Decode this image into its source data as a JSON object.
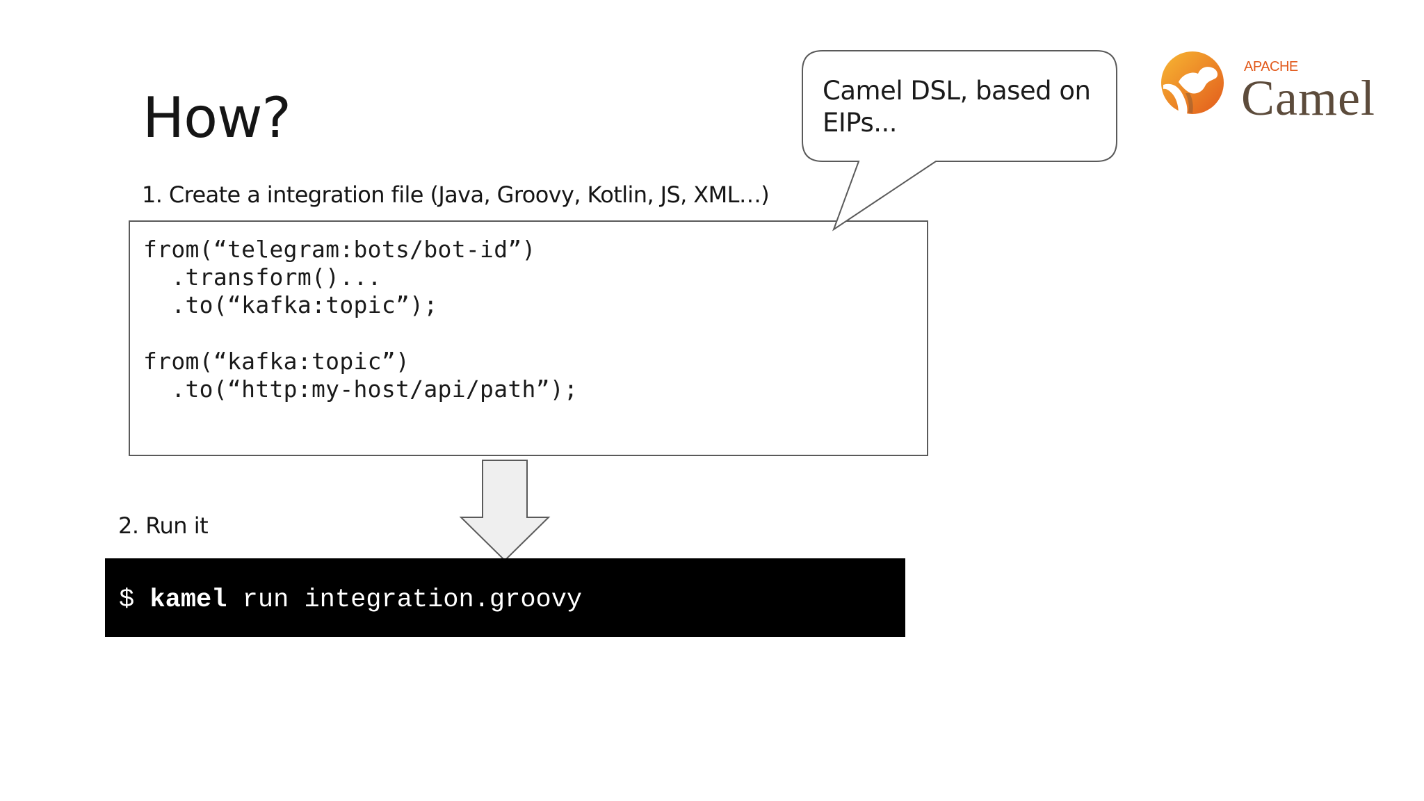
{
  "slide": {
    "title": "How?",
    "step1_label": "1. Create a integration file (Java, Groovy, Kotlin, JS, XML…)",
    "code_lines": [
      "from(“telegram:bots/bot-id”)",
      "  .transform()...",
      "  .to(“kafka:topic”);",
      "",
      "from(“kafka:topic”)",
      "  .to(“http:my-host/api/path”);"
    ],
    "step2_label": "2. Run it",
    "terminal": {
      "prompt": "$ ",
      "command": "kamel",
      "args": " run integration.groovy"
    },
    "callout": {
      "text_line1": "Camel DSL, based on",
      "text_line2": "EIPs..."
    },
    "logo": {
      "apache_text": "APACHE",
      "camel_text": "Camel",
      "icon": "apache-camel-logo-icon",
      "colors": {
        "orange": "#f39a1d",
        "orange_dark": "#e25a1c",
        "brown": "#5c4b3b"
      }
    },
    "colors": {
      "terminal_bg": "#000000",
      "arrow_fill": "#efefef",
      "border": "#5a5a5a"
    }
  }
}
